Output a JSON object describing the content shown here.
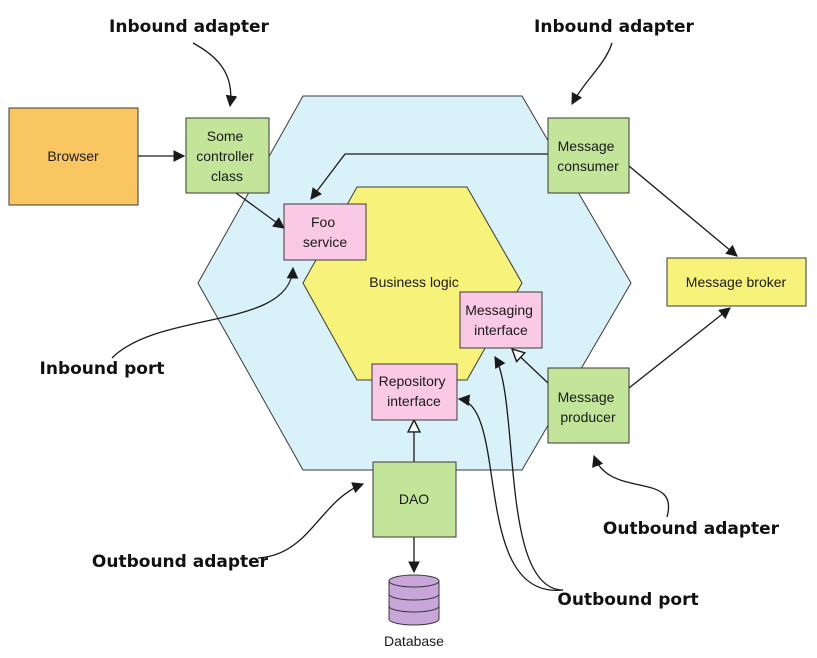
{
  "colors": {
    "outer_hexagon": "#d9f1f8",
    "inner_hexagon": "#f7f27a",
    "adapter_green": "#c3e59a",
    "port_pink": "#f9c9e6",
    "browser_orange": "#f9c662",
    "broker_yellow": "#f7f27a",
    "database_purple": "#c9a6d9"
  },
  "nodes": {
    "browser": "Browser",
    "controller": [
      "Some",
      "controller",
      "class"
    ],
    "foo_service": [
      "Foo",
      "service"
    ],
    "business_logic": "Business logic",
    "messaging_interface": [
      "Messaging",
      "interface"
    ],
    "repository_interface": [
      "Repository",
      "interface"
    ],
    "message_consumer": [
      "Message",
      "consumer"
    ],
    "message_producer": [
      "Message",
      "producer"
    ],
    "message_broker": "Message broker",
    "dao": "DAO",
    "database": "Database"
  },
  "callouts": {
    "inbound_adapter_left": "Inbound adapter",
    "inbound_adapter_right": "Inbound adapter",
    "inbound_port": "Inbound port",
    "outbound_adapter_left": "Outbound adapter",
    "outbound_adapter_right": "Outbound adapter",
    "outbound_port": "Outbound port"
  }
}
